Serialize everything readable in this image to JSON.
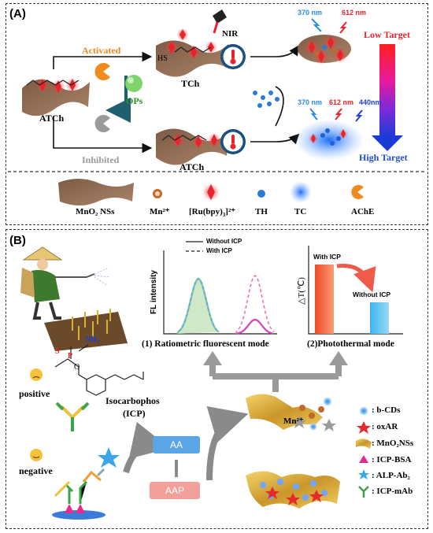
{
  "panel_a": {
    "label": "(A)",
    "activated": "Activated",
    "inhibited": "Inhibited",
    "ops": "OPs",
    "atch_left": "ATCh",
    "tch": "TCh",
    "atch_bottom": "ATCh",
    "nir": "NIR",
    "hs": "HS",
    "wl_370_top": "370 nm",
    "wl_612_top": "612 nm",
    "wl_370_bot": "370 nm",
    "wl_612_bot": "612 nm",
    "wl_440_bot": "440nm",
    "low_target": "Low Target",
    "high_target": "High Target",
    "legend": {
      "mno2": "MnO₂ NSs",
      "mn": "Mn²⁺",
      "ru_prefix": "[Ru(bpy)",
      "ru_sub": "3",
      "ru_suffix": "]²⁺",
      "th": "TH",
      "tc": "TC",
      "ache": "AChE"
    }
  },
  "panel_b": {
    "label": "(B)",
    "nh2": "NH₂",
    "o": "O",
    "s": "S",
    "p": "P",
    "positive": "positive",
    "negative": "negative",
    "isocarbophos": "Isocarbophos",
    "icp": "(ICP)",
    "aa": "AA",
    "aap": "AAP",
    "mn2": "Mn²⁺",
    "fl_chart": {
      "legend_without": "Without ICP",
      "legend_with": "With ICP",
      "ylabel": "FL intensity",
      "caption": "(1) Ratiometric fluorescent mode"
    },
    "pt_chart": {
      "label_with": "With ICP",
      "label_without": "Without ICP",
      "ylabel": "△T(℃)",
      "caption": "(2)Photothermal mode"
    },
    "legend": {
      "bcds": ": b-CDs",
      "oxar": ": oxAR",
      "mno2": ": MnO₂NSs",
      "icp_bsa": ": ICP-BSA",
      "alp_ab2": ": ALP-Ab₂",
      "icp_mab": ": ICP-mAb"
    }
  },
  "colors": {
    "red": "#e8232c",
    "blue": "#1f4fd1",
    "orange": "#f08a1e",
    "aa_blue": "#5aa5e6",
    "aap_pink": "#f4a09a",
    "gold": "#d9a836",
    "gray_arrow": "#8a8a8a"
  }
}
